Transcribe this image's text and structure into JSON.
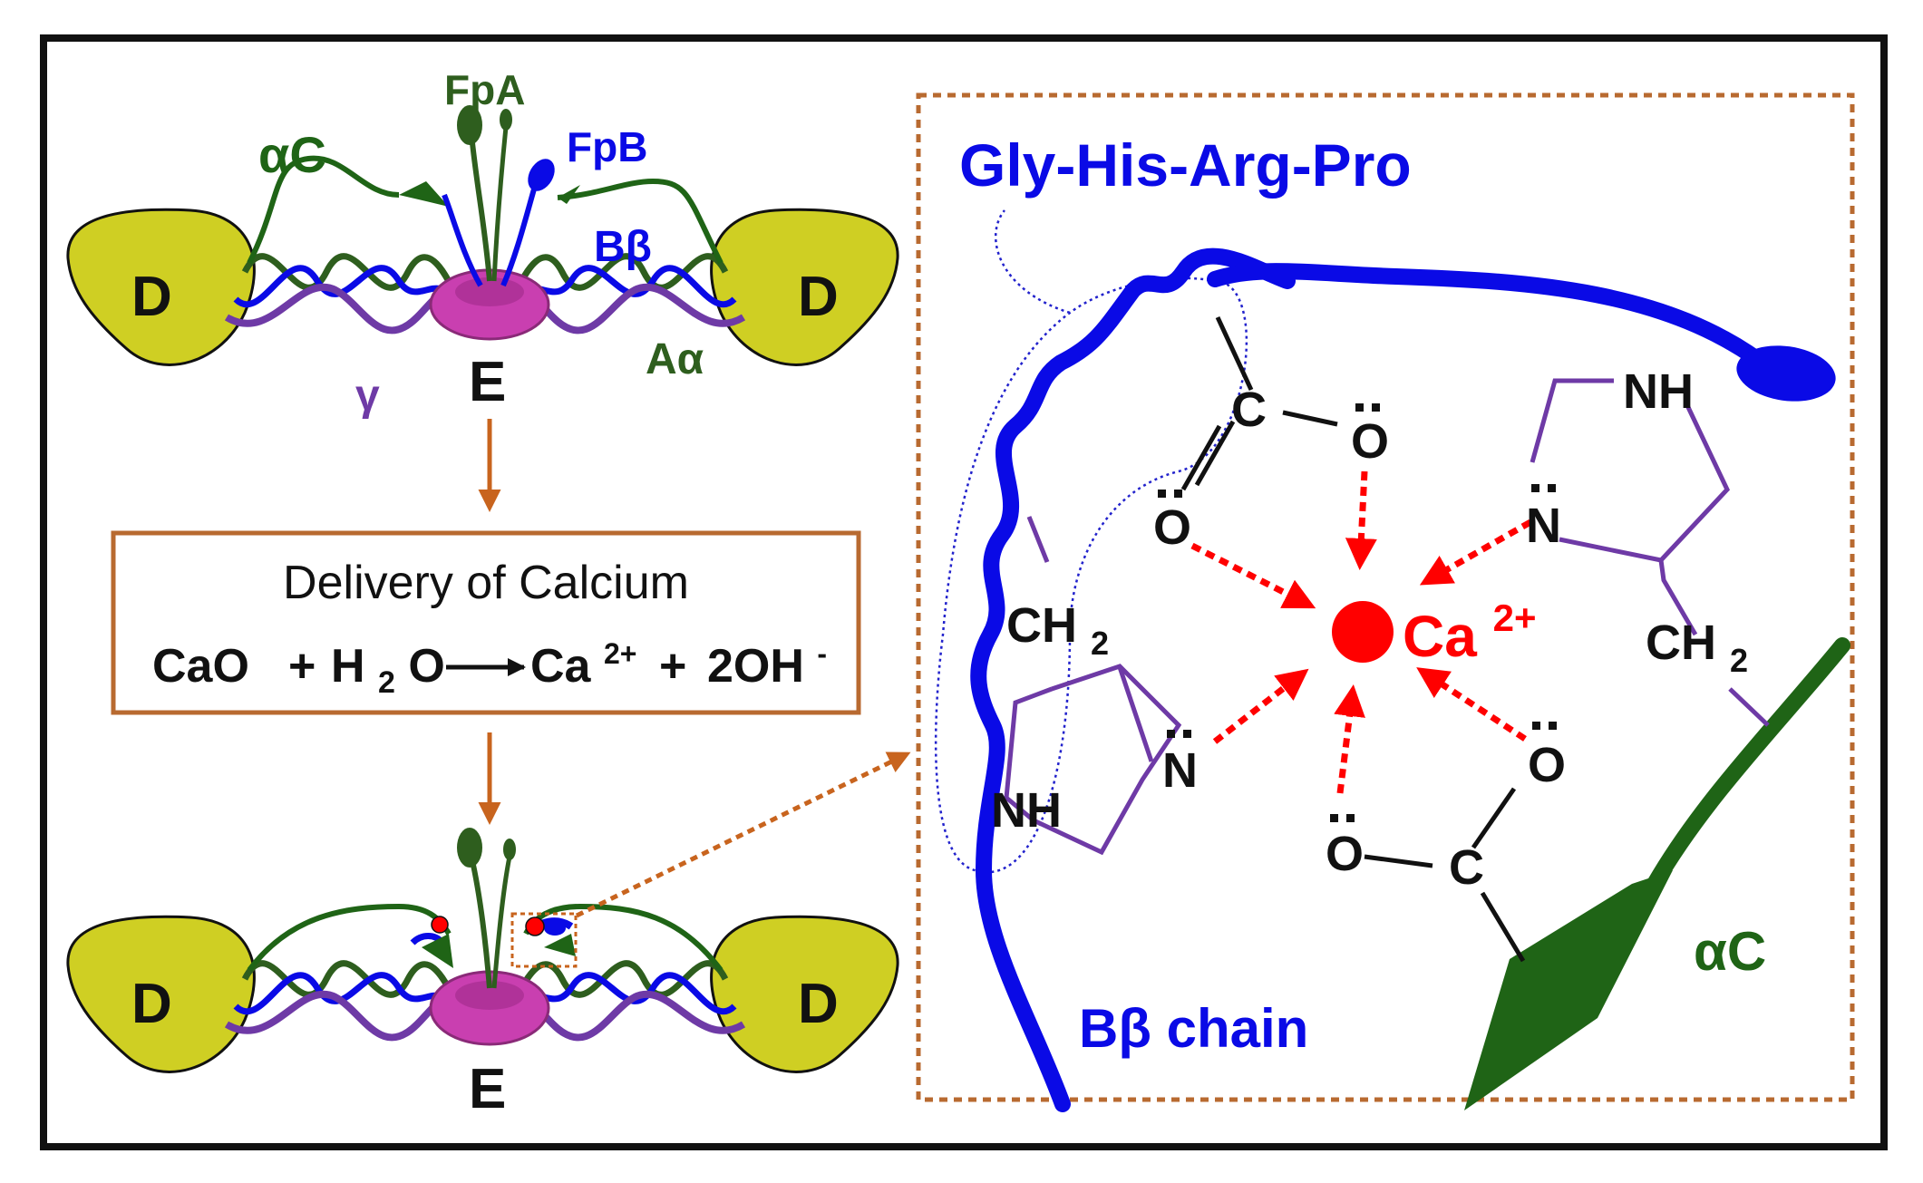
{
  "top_molecule": {
    "labels": {
      "alpha_c": "αC",
      "fpa": "FpA",
      "fpb": "FpB",
      "b_beta": "Bβ",
      "d_left": "D",
      "d_right": "D",
      "e": "E",
      "gamma": "γ",
      "a_alpha": "Aα"
    }
  },
  "reaction_box": {
    "title": "Delivery of Calcium",
    "equation": {
      "reactant1": "CaO",
      "plus1": "+",
      "h": "H",
      "h_sub": "2",
      "o": "O",
      "product1": "Ca",
      "product1_sup": "2+",
      "plus2": "+",
      "product2": "2OH",
      "product2_sup": "-"
    }
  },
  "bottom_molecule": {
    "labels": {
      "d_left": "D",
      "d_right": "D",
      "e": "E"
    }
  },
  "detail_panel": {
    "peptide_label": "Gly-His-Arg-Pro",
    "bb_chain_label": "Bβ chain",
    "alpha_c_label": "αC",
    "calcium": {
      "symbol": "Ca",
      "charge": "2+"
    },
    "atoms": {
      "nh_top": "NH",
      "n_top": "N",
      "ch2_right": "CH",
      "ch2_right_sub": "2",
      "c_top": "C",
      "o_top": "O",
      "o_left": "O",
      "ch2_left": "CH",
      "ch2_left_sub": "2",
      "nh_left": "NH",
      "n_left": "N",
      "o_right": "O",
      "o_bottom": "O",
      "c_bottom": "C"
    }
  },
  "colors": {
    "frame": "#111111",
    "d_domain_fill": "#cfcf23",
    "e_domain_fill": "#c93fb0",
    "alpha_c_green": "#1f6416",
    "fibrinopeptide_green": "#2e5e1e",
    "b_beta_blue": "#0a0ae6",
    "gamma_purple": "#6e3aa6",
    "arrow_orange": "#c8641e",
    "calcium_red": "#ff0000",
    "ring_purple": "#6e3aa6"
  }
}
